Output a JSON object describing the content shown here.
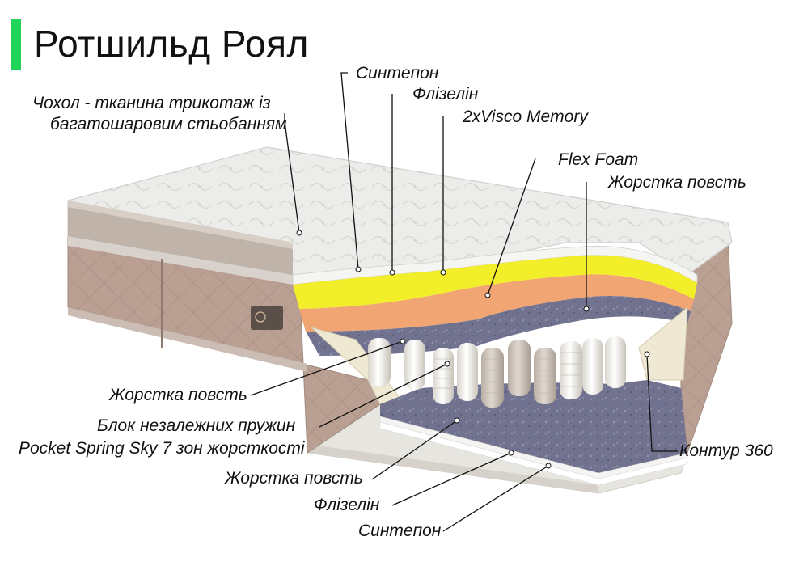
{
  "title": "Ротшильд Роял",
  "colors": {
    "accent": "#22d35a",
    "cover": "#e9e9e7",
    "side_fabric": "#b9aaa0",
    "syntepon": "#f3f3f1",
    "visco": "#f2ee2a",
    "flex_foam": "#f0a572",
    "felt": "#6e6f88",
    "springs": "#f1efe9",
    "contour": "#f0ead6"
  },
  "labels": {
    "cover": "Чохол - тканина трикотаж із багатошаровим стьобанням",
    "cover_line1": "Чохол - тканина трикотаж із",
    "cover_line2": "багатошаровим стьобанням",
    "syntepon_top": "Синтепон",
    "flizelin_top": "Флізелін",
    "visco": "2xVisco Memory",
    "flex_foam": "Flex Foam",
    "felt_top": "Жорстка повсть",
    "felt_left": "Жорстка повсть",
    "spring_block_line1": "Блок незалежних пружин",
    "spring_block_line2": "Pocket Spring Sky 7 зон жорсткості",
    "felt_bottom": "Жорстка повсть",
    "flizelin_bottom": "Флізелін",
    "syntepon_bottom": "Синтепон",
    "contour": "Контур 360"
  }
}
